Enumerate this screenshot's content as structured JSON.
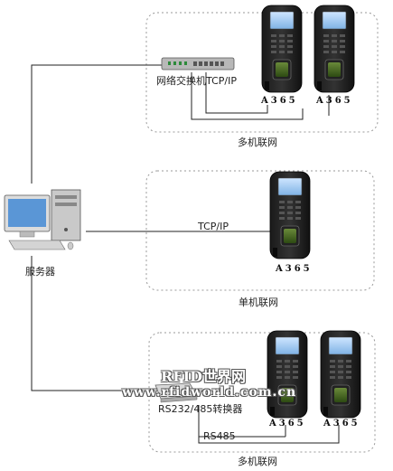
{
  "groups": {
    "top": {
      "title": "多机联网",
      "switch_label": "网络交换机TCP/IP",
      "devices": [
        "A365",
        "A365"
      ]
    },
    "middle": {
      "title": "单机联网",
      "link_label": "TCP/IP",
      "devices": [
        "A365"
      ]
    },
    "bottom": {
      "title": "多机联网",
      "converter_label": "RS232/485转换器",
      "link_label": "RS485",
      "devices": [
        "A365",
        "A365"
      ]
    }
  },
  "server": {
    "label": "服务器"
  },
  "watermark": {
    "line1": "RFID世界网",
    "line2": "www.rfidworld.com.cn"
  },
  "icons": [
    "server-computer-icon",
    "network-switch-icon",
    "rs232-485-converter-icon",
    "fingerprint-terminal-icon"
  ]
}
